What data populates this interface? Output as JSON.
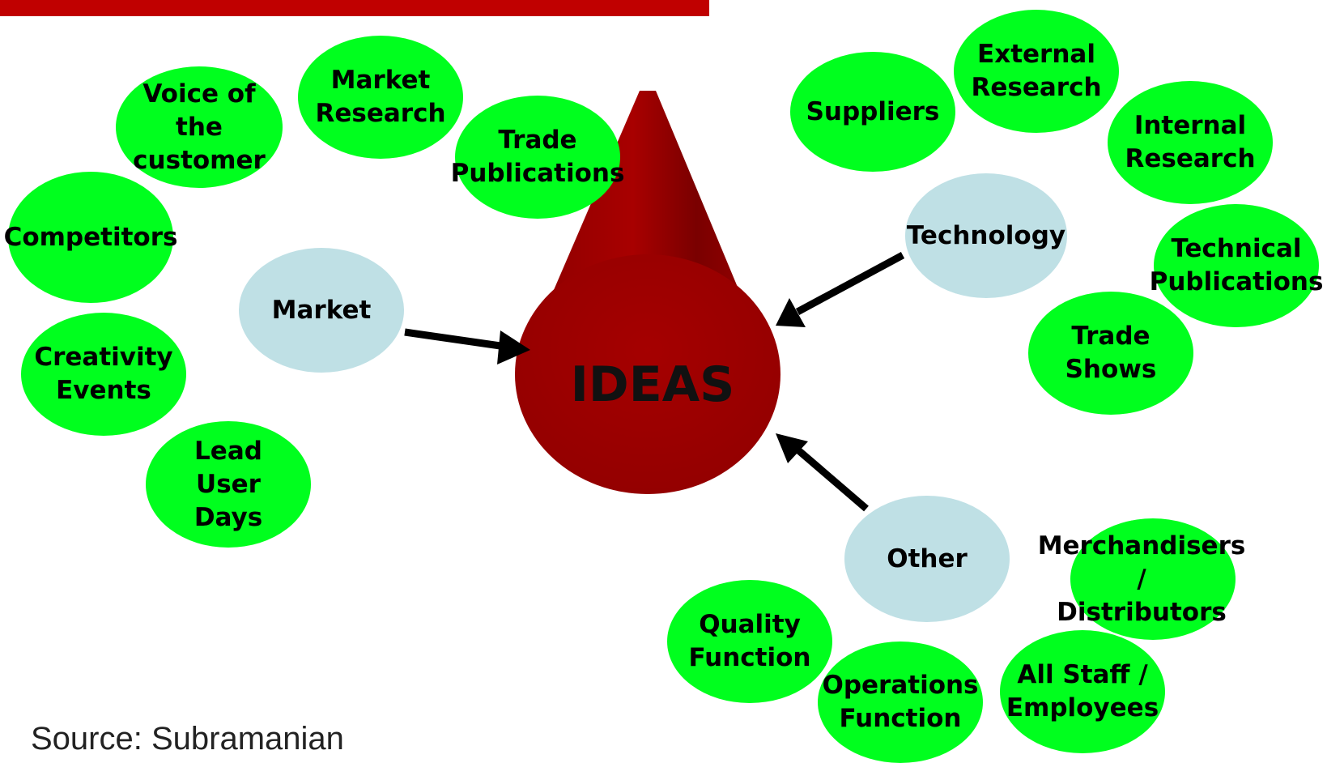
{
  "center_label": "IDEAS",
  "categories": {
    "market": "Market",
    "technology": "Technology",
    "other": "Other"
  },
  "market_sources": [
    "Voice of the\ncustomer",
    "Market\nResearch",
    "Trade\nPublications",
    "Competitors",
    "Creativity\nEvents",
    "Lead\nUser\nDays"
  ],
  "technology_sources": [
    "Suppliers",
    "External\nResearch",
    "Internal\nResearch",
    "Technical\nPublications",
    "Trade\nShows"
  ],
  "other_sources": [
    "Merchandisers /\nDistributors",
    "Quality\nFunction",
    "Operations\nFunction",
    "All Staff /\nEmployees"
  ],
  "source_note": "Source: Subramanian",
  "colors": {
    "header_bar": "#c00000",
    "source_bubble": "#00ff1e",
    "category_bubble": "#bfe0e5",
    "cone": "#a00000",
    "arrow": "#000000"
  }
}
